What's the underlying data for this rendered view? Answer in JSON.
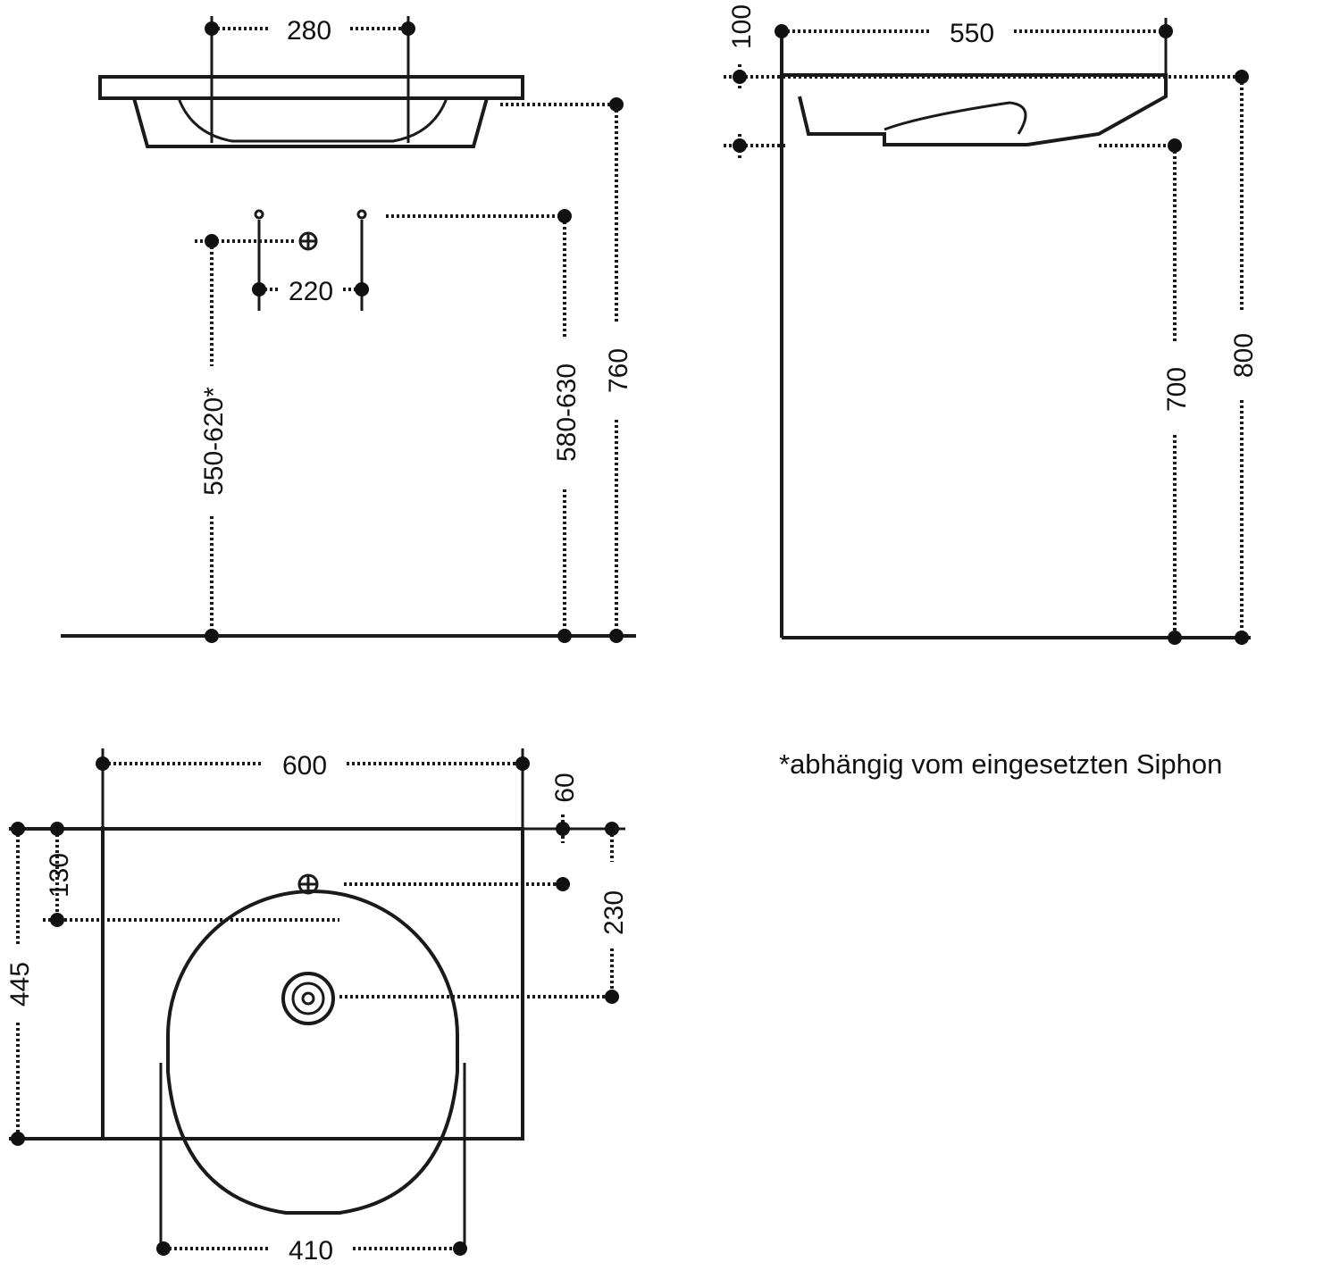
{
  "dimensions": {
    "front_tap_spacing": "280",
    "front_supply_spacing": "220",
    "front_drain_height": "550-620*",
    "front_supply_height": "580-630",
    "front_total_height": "760",
    "side_depth": "550",
    "side_rim_thickness": "100",
    "side_underside_height": "700",
    "side_total_height": "800",
    "plan_width": "600",
    "plan_rim_offset": "60",
    "plan_tap_offset": "130",
    "plan_drain_offset": "230",
    "plan_total_depth": "445",
    "plan_bowl_width": "410"
  },
  "note": "*abhängig vom eingesetzten Siphon",
  "colors": {
    "line": "#1a1a1a",
    "background": "#ffffff"
  }
}
